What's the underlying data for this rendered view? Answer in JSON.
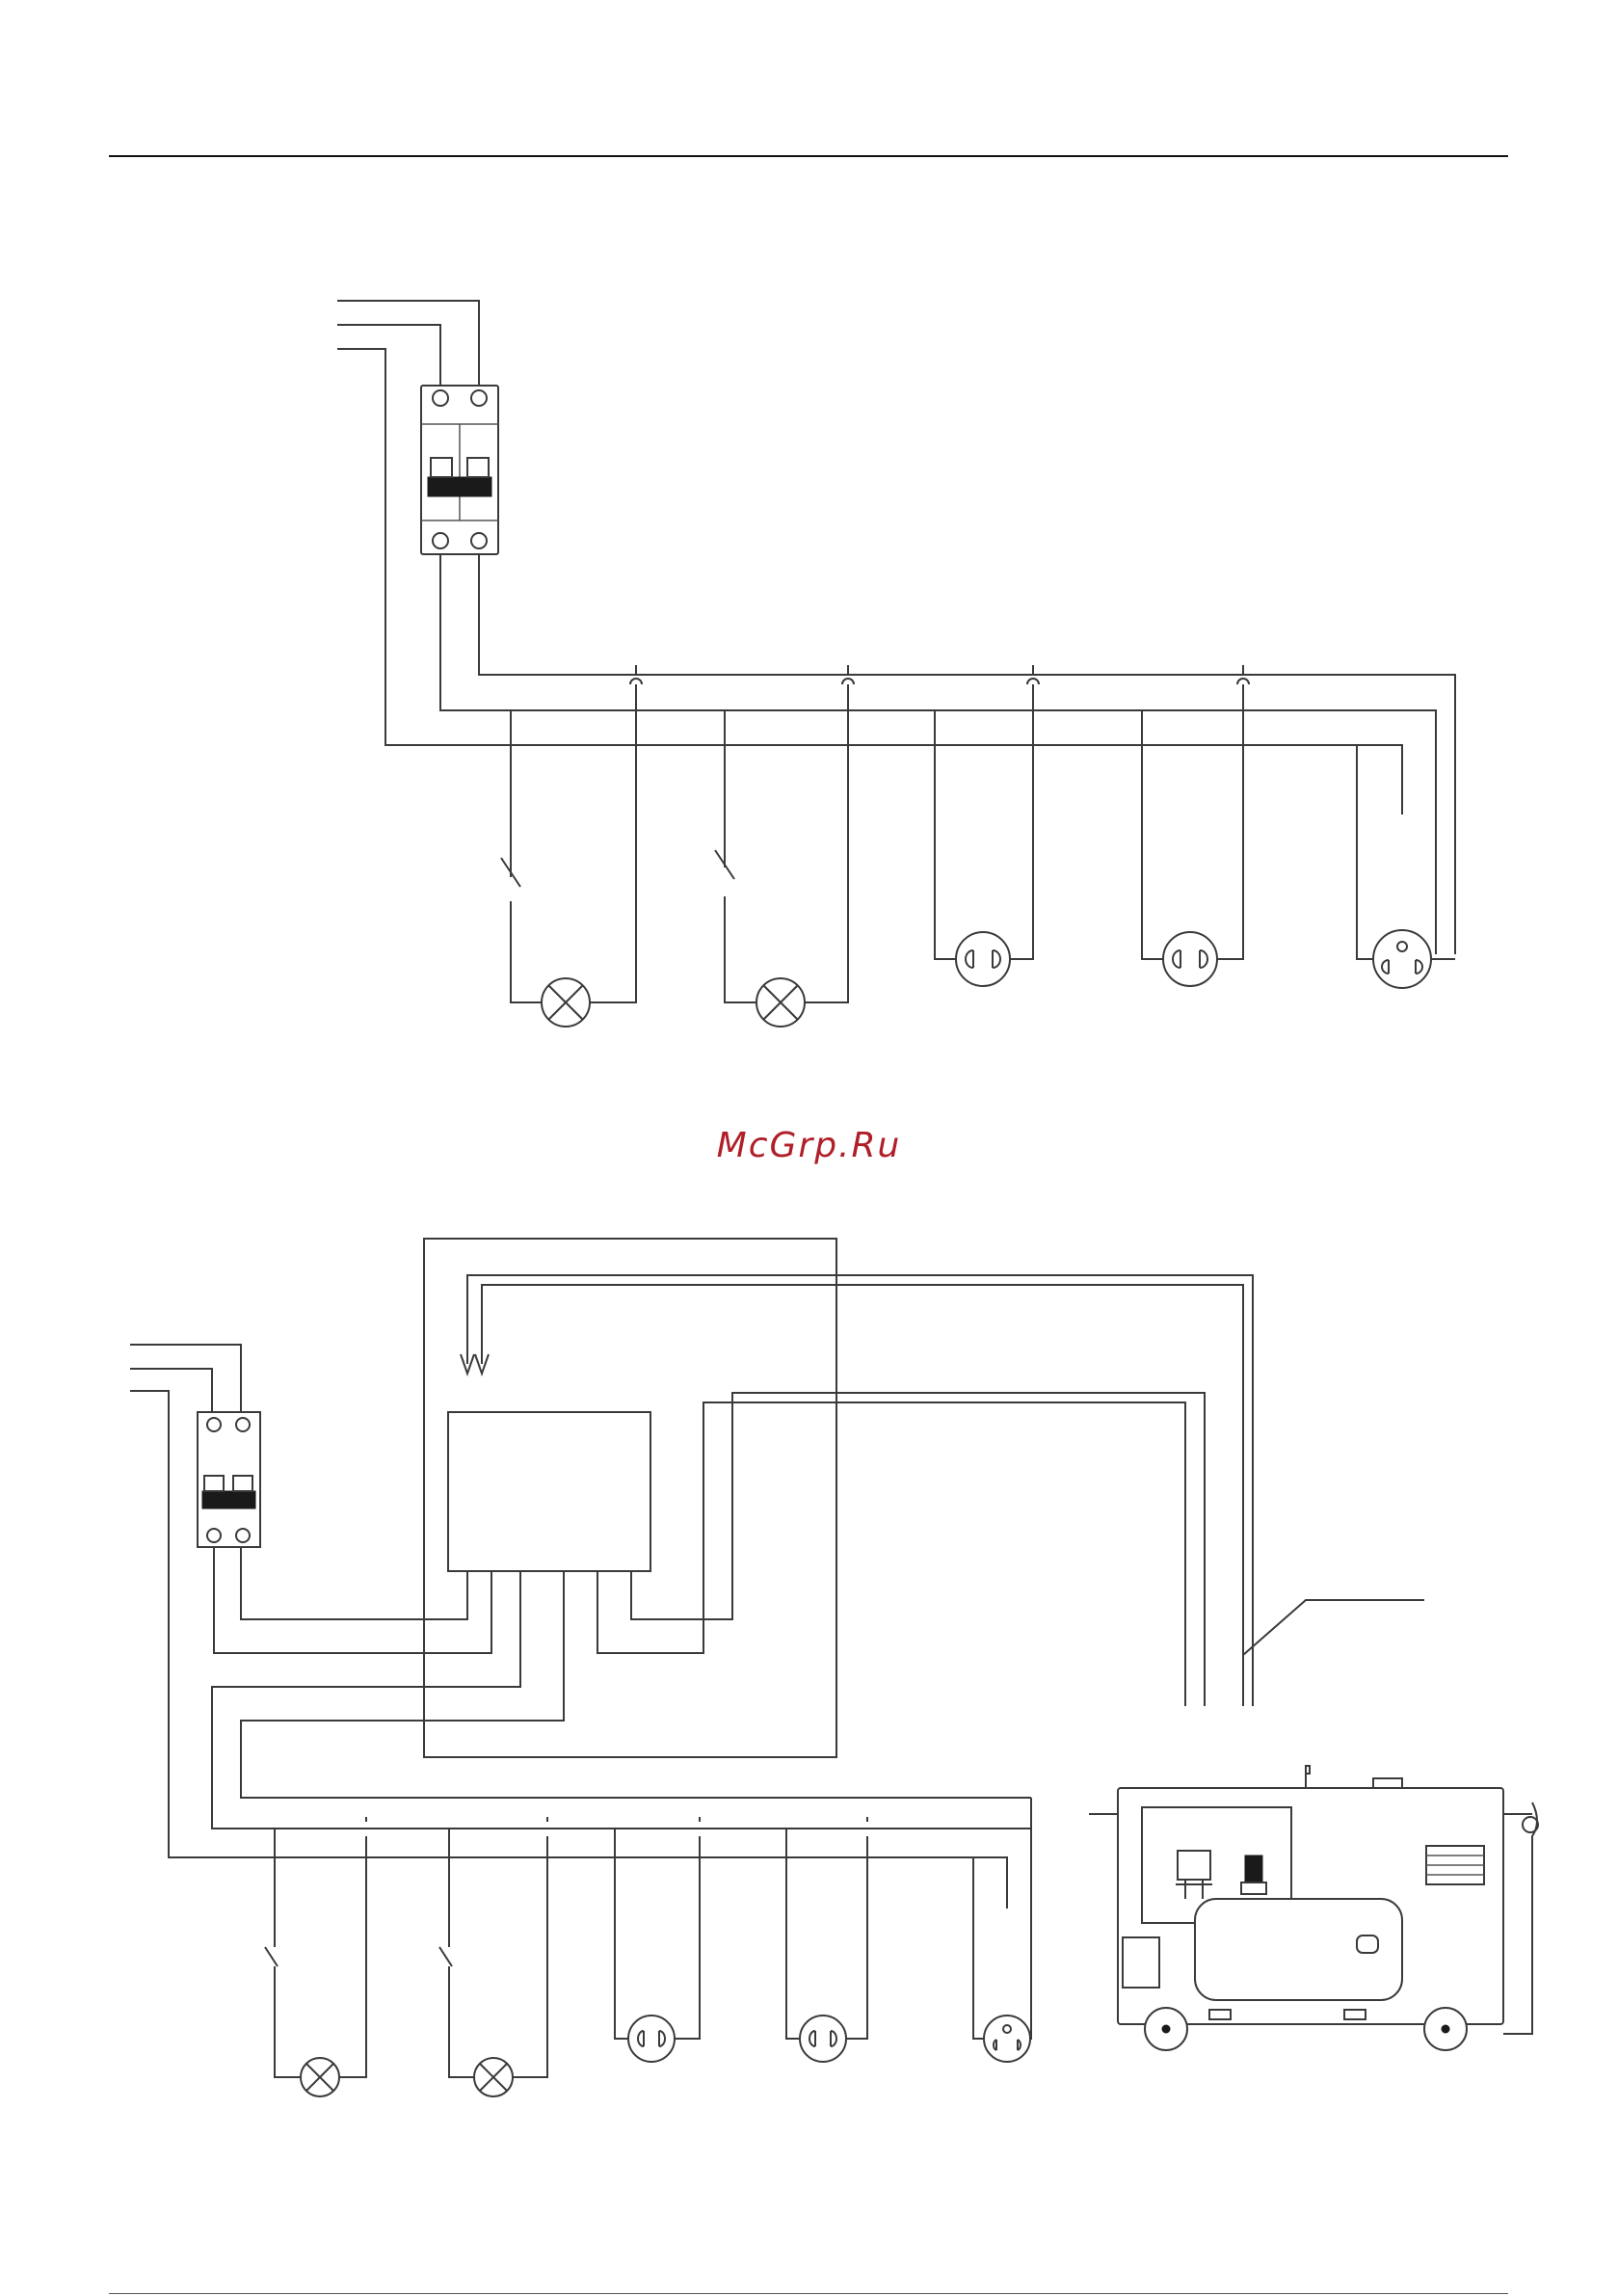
{
  "watermark": {
    "text": "McGrp.Ru"
  },
  "diagram_top": {
    "components": [
      {
        "name": "circuit-breaker",
        "poles": 2
      },
      {
        "name": "switched-lamp"
      },
      {
        "name": "switched-lamp"
      },
      {
        "name": "two-pin-socket"
      },
      {
        "name": "two-pin-socket"
      },
      {
        "name": "three-pin-socket"
      }
    ]
  },
  "diagram_bottom": {
    "components": [
      {
        "name": "circuit-breaker",
        "poles": 2
      },
      {
        "name": "transfer-switch-box"
      },
      {
        "name": "switched-lamp"
      },
      {
        "name": "switched-lamp"
      },
      {
        "name": "two-pin-socket"
      },
      {
        "name": "two-pin-socket"
      },
      {
        "name": "three-pin-socket"
      },
      {
        "name": "generator-set"
      }
    ]
  }
}
